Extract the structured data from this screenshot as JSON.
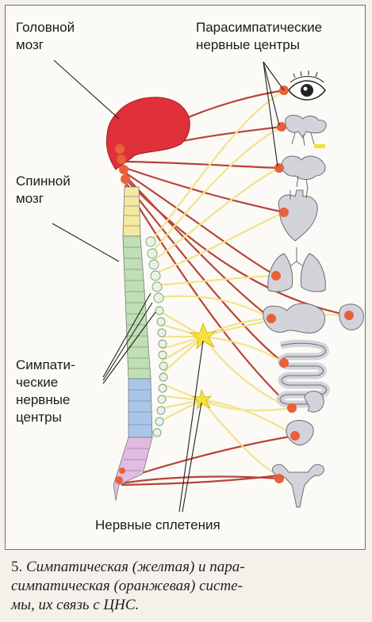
{
  "labels": {
    "brain": "Головной\nмозг",
    "parasympathetic_centers": "Парасимпатические\nнервные центры",
    "spinal_cord": "Спинной\nмозг",
    "sympathetic_centers": "Симпати-\nческие\nнервные\nцентры",
    "nerve_plexuses": "Нервные сплетения"
  },
  "caption": {
    "number": "5.",
    "text": "Симпатическая (желтая) и пара-\nсимпатическая (оранжевая) систе-\nмы, их связь с ЦНС."
  },
  "colors": {
    "brain": "#e0303a",
    "sympathetic_nerve": "#f2e38a",
    "parasympathetic_nerve": "#b8433a",
    "cervical": "#f3e9a0",
    "thoracic": "#bfe0b4",
    "lumbar": "#a9c6ea",
    "sacral": "#e2bbe2",
    "organ": "#d3d3da",
    "node": "#e8603a",
    "plexus": "#f6e23a"
  }
}
